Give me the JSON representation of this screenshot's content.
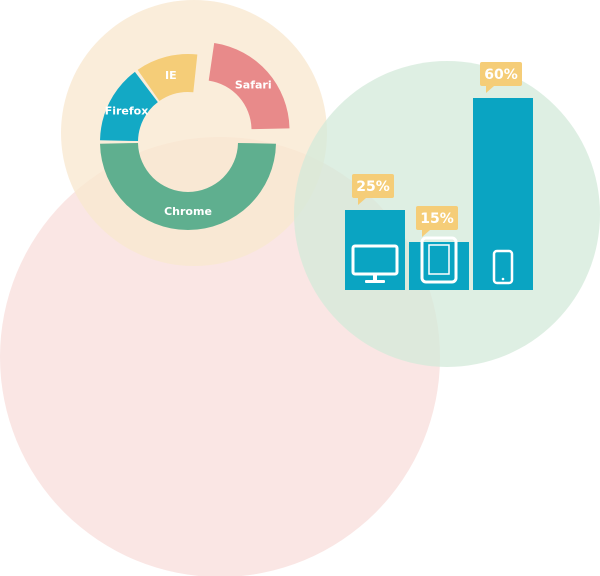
{
  "colors": {
    "bubble_red": "#f8dcd9",
    "bubble_yellow": "#f9e8cf",
    "bubble_green": "#d3ead9",
    "label_bg": "#f5cd78",
    "bar": "#0aa4c2",
    "device_icon": "#ffffff"
  },
  "chart_data": [
    {
      "type": "pie",
      "variant": "donut",
      "title": "",
      "slices": [
        {
          "label": "Chrome",
          "value": 50,
          "color": "#5faf8f"
        },
        {
          "label": "Firefox",
          "value": 15,
          "color": "#13a9c5"
        },
        {
          "label": "IE",
          "value": 12,
          "color": "#f5cd78"
        },
        {
          "label": "Safari",
          "value": 23,
          "color": "#e88a8a",
          "exploded": true
        }
      ]
    },
    {
      "type": "bar",
      "title": "",
      "categories": [
        "desktop",
        "tablet",
        "phone"
      ],
      "category_icons": [
        "monitor-icon",
        "tablet-icon",
        "phone-icon"
      ],
      "values": [
        25,
        15,
        60
      ],
      "labels": [
        "25%",
        "15%",
        "60%"
      ],
      "ylim": [
        0,
        60
      ],
      "grid": false
    }
  ]
}
